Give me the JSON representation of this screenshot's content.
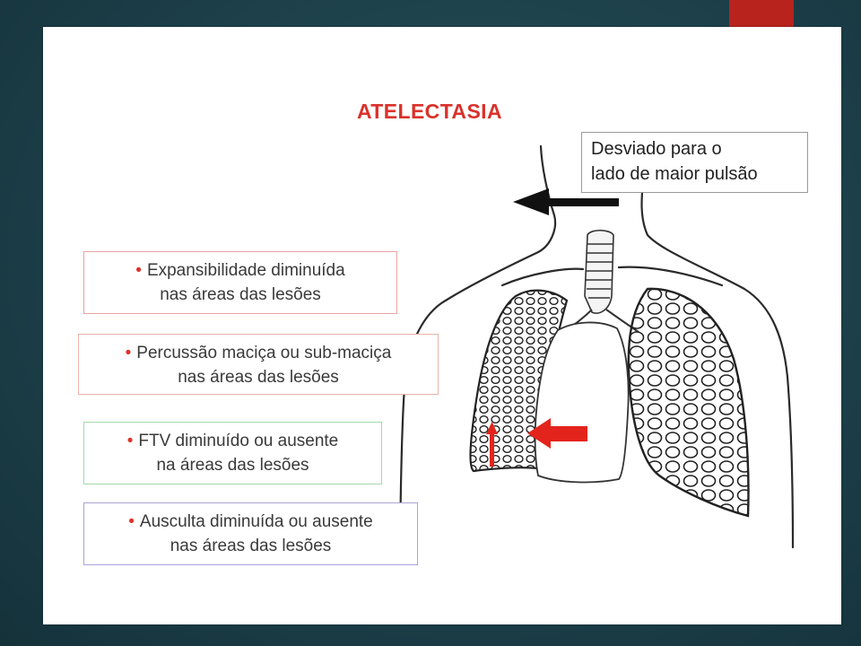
{
  "slide": {
    "accent_color": "#b8231d",
    "background_color": "#1f434d"
  },
  "diagram": {
    "title": "ATELECTASIA",
    "trachea_note": {
      "line1": "Desviado para o",
      "line2": "lado de maior pulsão"
    },
    "bullet_symbol": "•",
    "boxes": [
      {
        "line1": "Expansibilidade diminuída",
        "line2": "nas áreas das lesões",
        "border_color": "#e7a4a1"
      },
      {
        "line1": "Percussão maciça ou sub-maciça",
        "line2": "nas áreas das lesões",
        "border_color": "#e6b3a7"
      },
      {
        "line1": "FTV diminuído ou ausente",
        "line2": "na áreas das lesões",
        "border_color": "#a7d8a8"
      },
      {
        "line1": "Ausculta diminuída ou ausente",
        "line2": "nas áreas das lesões",
        "border_color": "#a9a3d6"
      }
    ],
    "arrow_colors": {
      "trachea_shift": "#111111",
      "mediastinum_shift": "#e3241c"
    }
  }
}
